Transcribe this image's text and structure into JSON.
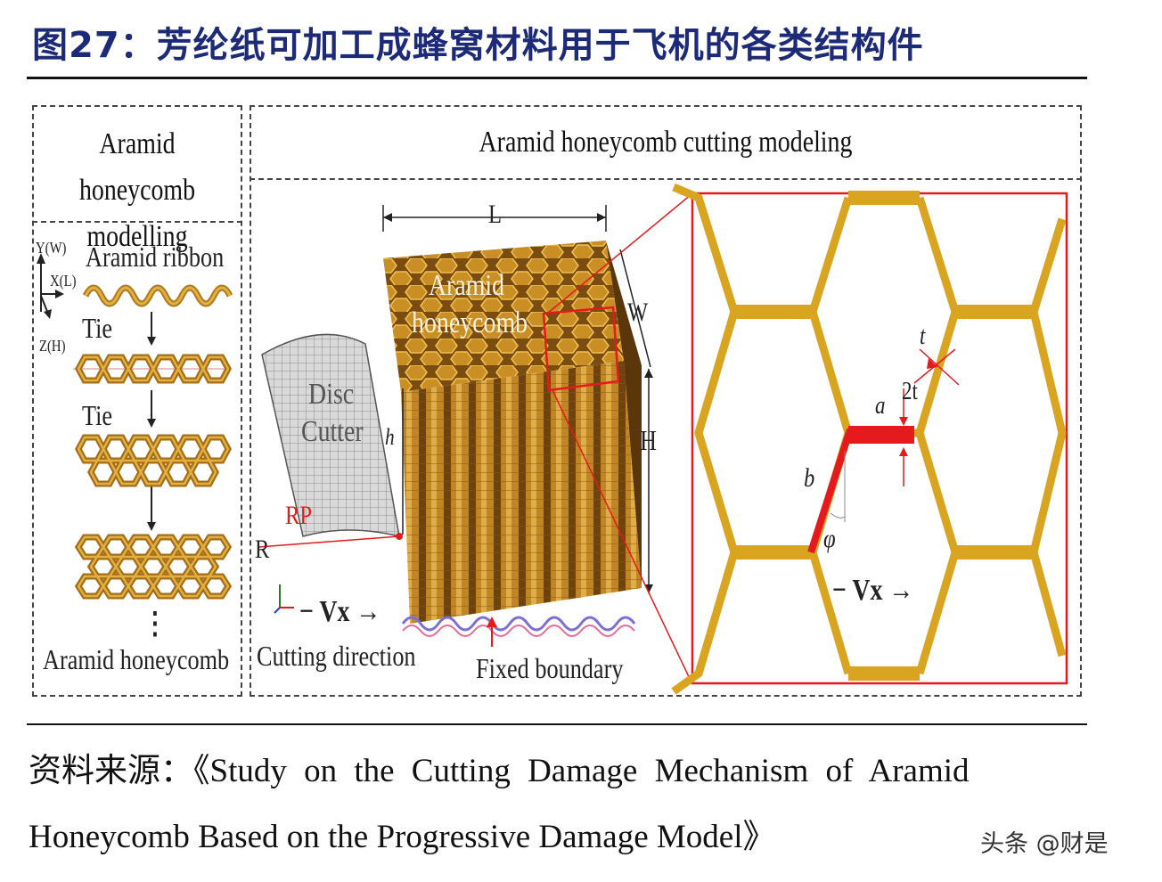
{
  "figure": {
    "title": "图27：芳纶纸可加工成蜂窝材料用于飞机的各类结构件"
  },
  "left_panel": {
    "heading": "Aramid honeycomb modelling",
    "axis": {
      "y": "Y(W)",
      "x": "X(L)",
      "z": "Z(H)"
    },
    "ribbon_label": "Aramid ribbon",
    "tie_labels": [
      "Tie",
      "Tie"
    ],
    "ellipsis": "⋮",
    "result_label": "Aramid honeycomb"
  },
  "right_panel": {
    "heading": "Aramid honeycomb cutting modeling",
    "block_label": "Aramid honeycomb",
    "cutter_label": "Disc Cutter",
    "dimensions": {
      "length": "L",
      "width": "W",
      "height": "H",
      "h_small": "h"
    },
    "rp_label": "RP",
    "r_label": "R",
    "velocity_label": "− Vx →",
    "cutting_direction": "Cutting direction",
    "fixed_boundary": "Fixed boundary"
  },
  "cell_detail": {
    "t": "t",
    "two_t": "2t",
    "a": "a",
    "b": "b",
    "phi": "φ",
    "velocity_label": "− Vx →"
  },
  "source": {
    "line1": "资料来源：《Study on the Cutting Damage Mechanism of Aramid",
    "line2": "Honeycomb Based on the Progressive Damage Model》"
  },
  "watermark": "头条 @财是",
  "colors": {
    "title": "#1c2a78",
    "honeycomb_gold": "#d9a521",
    "honeycomb_dark": "#8a5a14",
    "highlight_red": "#e41a1c",
    "cutter_gray": "#b8b8b8"
  }
}
